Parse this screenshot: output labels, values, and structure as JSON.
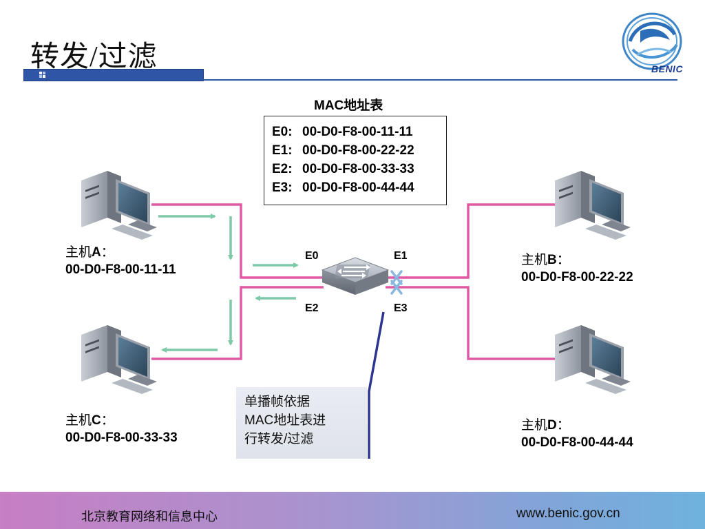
{
  "slide": {
    "title": "转发/过滤"
  },
  "logo": {
    "text": "BENIC"
  },
  "mac_table": {
    "title": "MAC地址表",
    "rows": [
      {
        "port": "E0:",
        "mac": "00-D0-F8-00-11-11"
      },
      {
        "port": "E1:",
        "mac": "00-D0-F8-00-22-22"
      },
      {
        "port": "E2:",
        "mac": "00-D0-F8-00-33-33"
      },
      {
        "port": "E3:",
        "mac": "00-D0-F8-00-44-44"
      }
    ]
  },
  "ports": {
    "e0": "E0",
    "e1": "E1",
    "e2": "E2",
    "e3": "E3"
  },
  "hosts": {
    "a": {
      "prefix": "主机",
      "letter": "A",
      "suffix": "：",
      "mac": "00-D0-F8-00-11-11"
    },
    "b": {
      "prefix": "主机",
      "letter": "B",
      "suffix": "：",
      "mac": "00-D0-F8-00-22-22"
    },
    "c": {
      "prefix": "主机",
      "letter": "C",
      "suffix": "：",
      "mac": "00-D0-F8-00-33-33"
    },
    "d": {
      "prefix": "主机",
      "letter": "D",
      "suffix": "：",
      "mac": "00-D0-F8-00-44-44"
    }
  },
  "callout": {
    "line1": "单播帧依据",
    "line2": "MAC地址表进",
    "line3": "行转发/过滤"
  },
  "footer": {
    "left": "北京教育网络和信息中心",
    "right": "www.benic.gov.cn"
  },
  "colors": {
    "link": "#e05aa6",
    "arrow": "#7ec9a8",
    "callout_line": "#2c3590",
    "block_x": "#8ab8e0",
    "title_bar": "#2f55a6"
  }
}
